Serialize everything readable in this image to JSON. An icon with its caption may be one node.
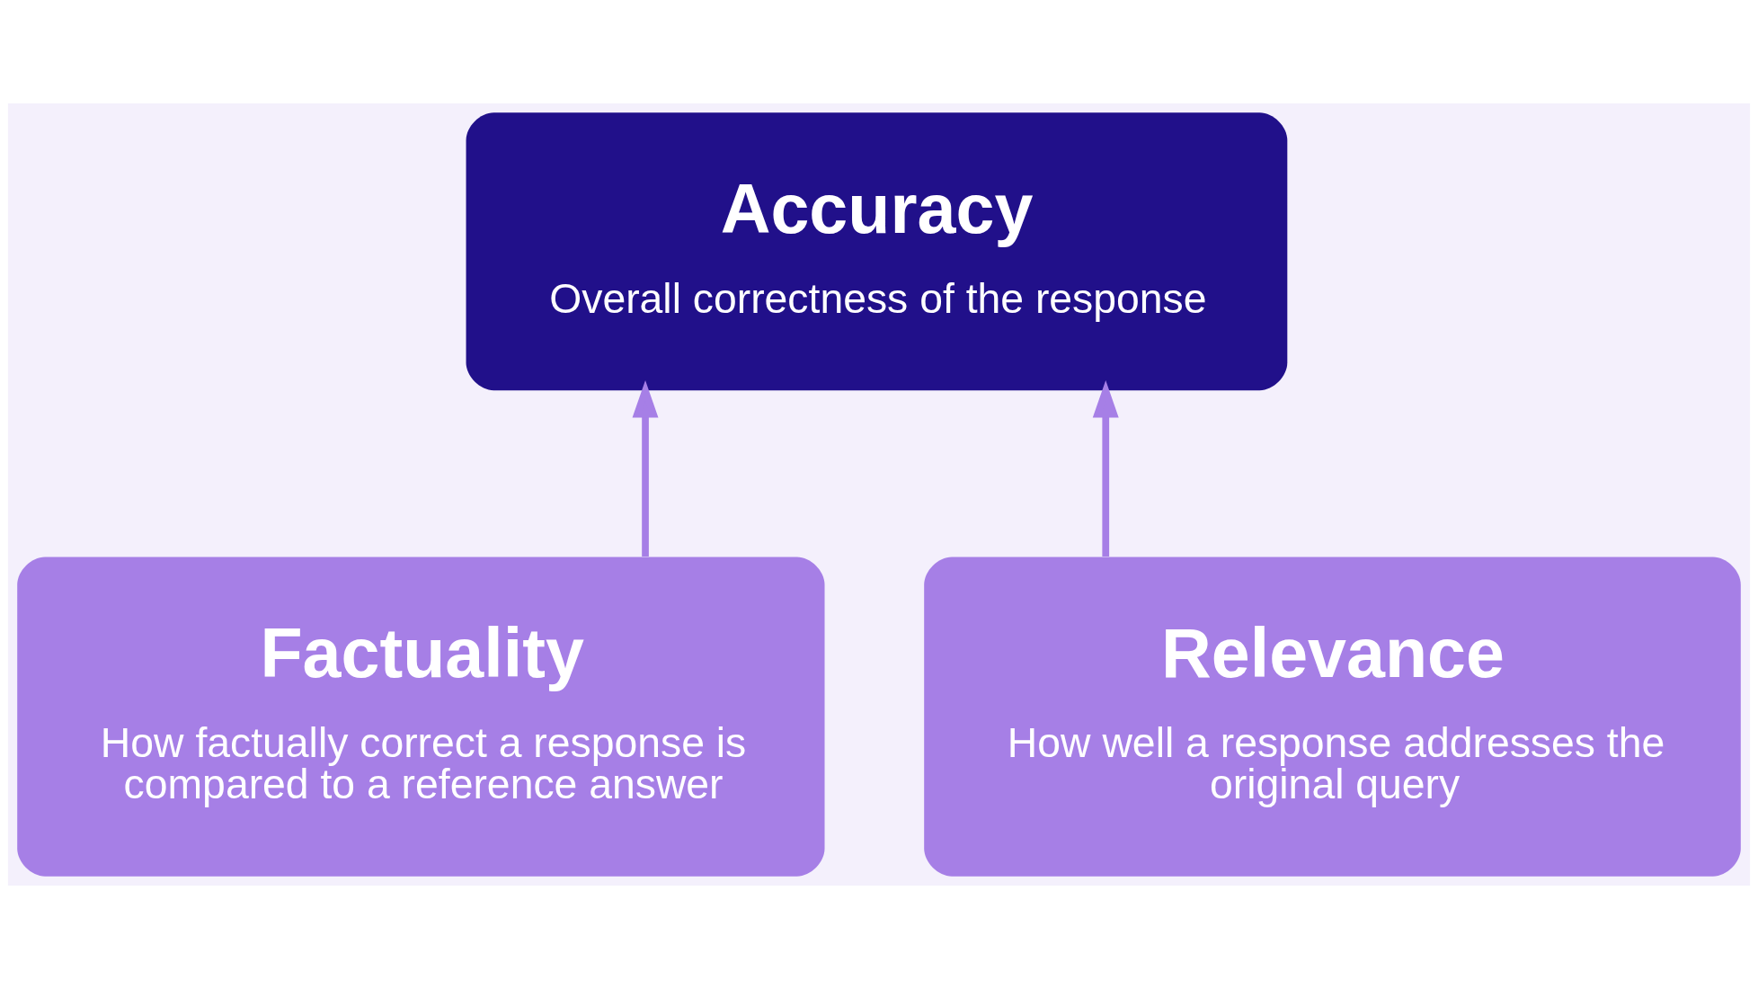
{
  "diagram": {
    "nodes": [
      {
        "text": [
          "Accuracy",
          "Overall correctness of the response"
        ]
      },
      {
        "text": [
          "Factuality",
          "How factually correct a response is compared to a reference answer"
        ]
      },
      {
        "text": [
          "Relevance",
          "How well a response addresses the original query"
        ]
      }
    ],
    "edges": [
      {
        "from": 1,
        "to": 0,
        "arrow": "to"
      },
      {
        "from": 2,
        "to": 0,
        "arrow": "to"
      }
    ]
  }
}
